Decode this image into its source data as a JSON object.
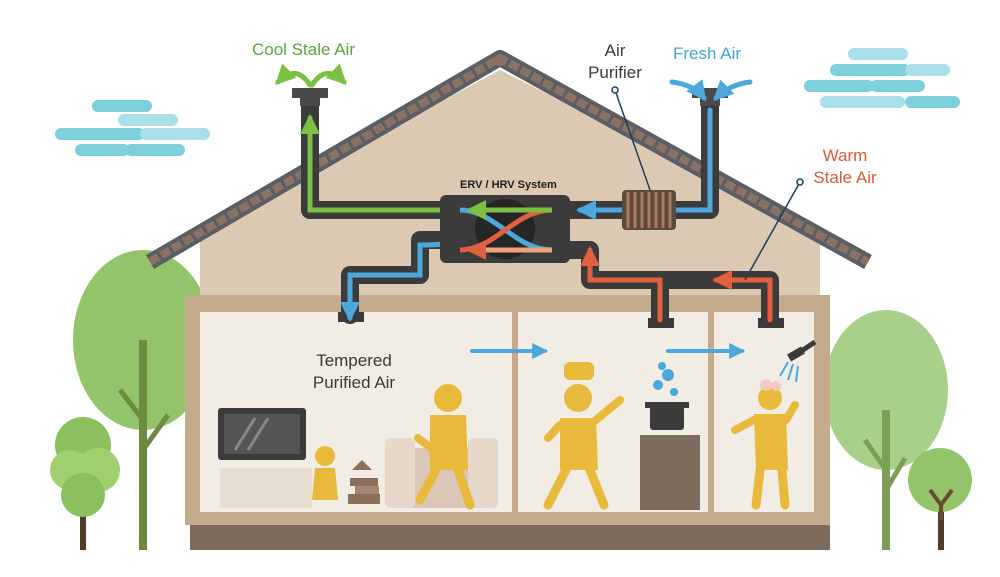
{
  "labels": {
    "cool_stale_air": "Cool Stale Air",
    "air_purifier_line1": "Air",
    "air_purifier_line2": "Purifier",
    "fresh_air": "Fresh Air",
    "warm_stale_air_line1": "Warm",
    "warm_stale_air_line2": "Stale Air",
    "erv_hrv_system": "ERV / HRV System",
    "tempered_purified_air_line1": "Tempered",
    "tempered_purified_air_line2": "Purified Air"
  },
  "colors": {
    "cool_stale_air": "#7bc043",
    "fresh_air": "#4aa8de",
    "warm_stale_air": "#e0603f",
    "duct": "#3b3b3b",
    "house_wall": "#dbc9b3",
    "roof": "#7d8083",
    "occupants": "#e8b93a",
    "cloud": "#7ecfdc",
    "tree": "#93c46a"
  }
}
